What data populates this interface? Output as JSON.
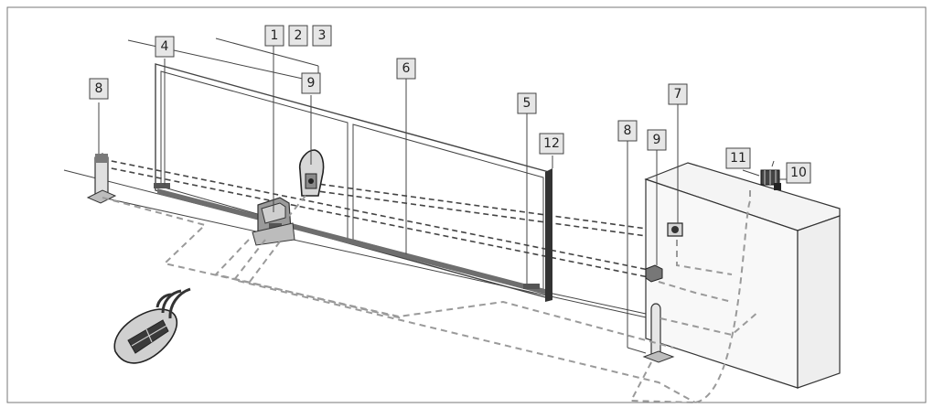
{
  "callouts": [
    {
      "id": "c1",
      "label": "1"
    },
    {
      "id": "c2",
      "label": "2"
    },
    {
      "id": "c3",
      "label": "3"
    },
    {
      "id": "c4",
      "label": "4"
    },
    {
      "id": "c5",
      "label": "5"
    },
    {
      "id": "c6",
      "label": "6"
    },
    {
      "id": "c7",
      "label": "7"
    },
    {
      "id": "c8a",
      "label": "8"
    },
    {
      "id": "c8b",
      "label": "8"
    },
    {
      "id": "c9a",
      "label": "9"
    },
    {
      "id": "c9b",
      "label": "9"
    },
    {
      "id": "c10",
      "label": "10"
    },
    {
      "id": "c11",
      "label": "11"
    },
    {
      "id": "c12",
      "label": "12"
    }
  ],
  "colors": {
    "line": "#444444",
    "callout_fill": "#e6e6e6",
    "cable_dash": "#9a9a9a",
    "motor_grey": "#8c8c8c",
    "remote_dark": "#3a3a3a"
  }
}
